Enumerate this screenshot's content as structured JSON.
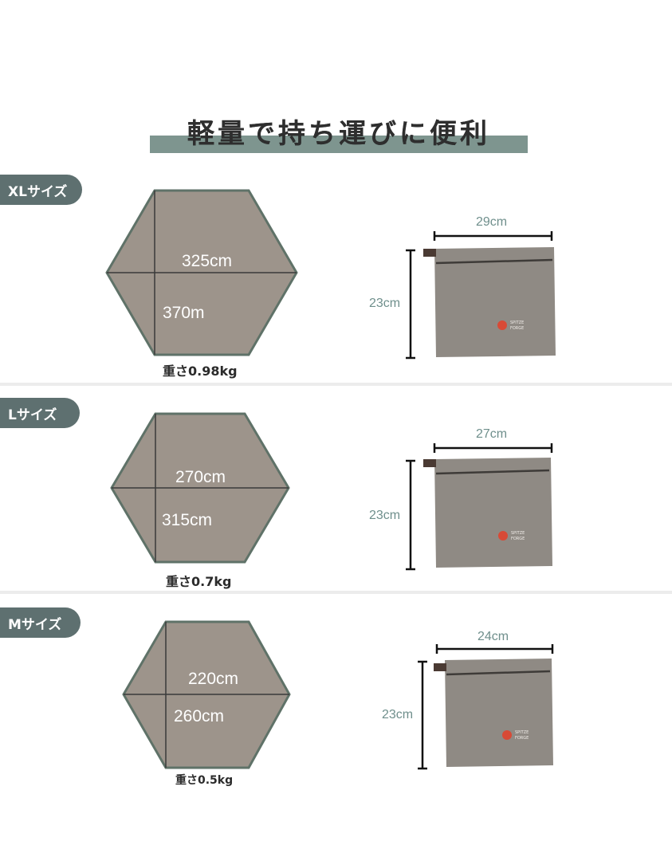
{
  "title": "軽量で持ち運びに便利",
  "colors": {
    "accent_band": "#7e958f",
    "pill": "#5e7070",
    "hex_fill": "#9d948b",
    "hex_stroke": "#5f7268",
    "bag_fill": "#8f8a84",
    "measure_text": "#6f8f8c"
  },
  "sections": [
    {
      "label": "XLサイズ",
      "hex_dims": [
        "325cm",
        "370m"
      ],
      "weight": "重さ0.98kg",
      "bag_width": "29cm",
      "bag_height": "23cm",
      "logo_text": [
        "SPITZE",
        "FORGE"
      ]
    },
    {
      "label": "Lサイズ",
      "hex_dims": [
        "270cm",
        "315cm"
      ],
      "weight": "重さ0.7kg",
      "bag_width": "27cm",
      "bag_height": "23cm",
      "logo_text": [
        "SPITZE",
        "FORGE"
      ]
    },
    {
      "label": "Mサイズ",
      "hex_dims": [
        "220cm",
        "260cm"
      ],
      "weight": "重さ0.5kg",
      "bag_width": "24cm",
      "bag_height": "23cm",
      "logo_text": [
        "SPITZE",
        "FORGE"
      ]
    }
  ]
}
